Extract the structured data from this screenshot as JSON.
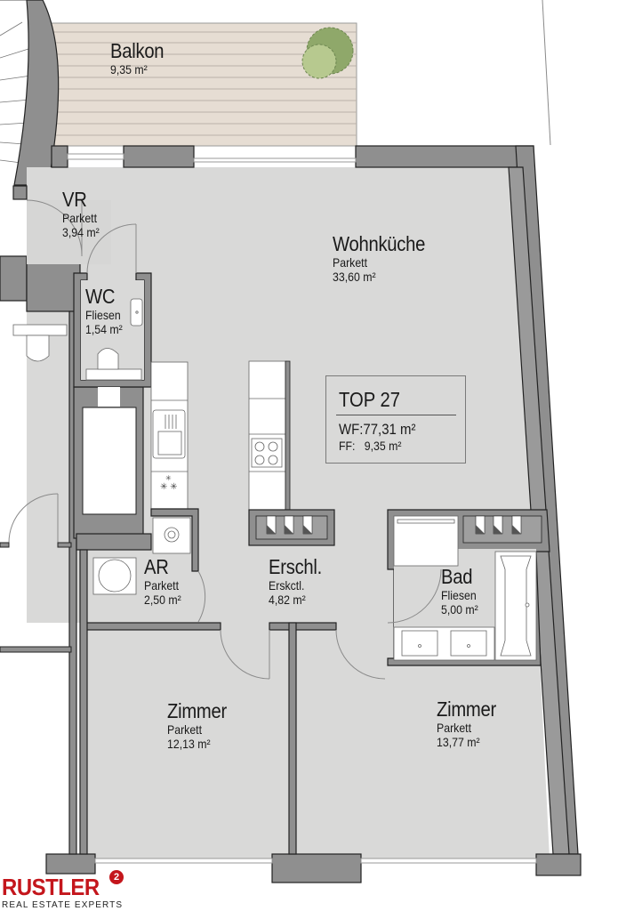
{
  "plan": {
    "unit": {
      "title": "TOP 27",
      "wf_label": "WF:",
      "wf_value": "77,31 m²",
      "ff_label": "FF:",
      "ff_value": "9,35 m²"
    },
    "rooms": [
      {
        "id": "balkon",
        "name": "Balkon",
        "floor": "",
        "area": "9,35 m²"
      },
      {
        "id": "vr",
        "name": "VR",
        "floor": "Parkett",
        "area": "3,94 m²"
      },
      {
        "id": "wc",
        "name": "WC",
        "floor": "Fliesen",
        "area": "1,54 m²"
      },
      {
        "id": "wohnkueche",
        "name": "Wohnküche",
        "floor": "Parkett",
        "area": "33,60 m²"
      },
      {
        "id": "ar",
        "name": "AR",
        "floor": "Parkett",
        "area": "2,50 m²"
      },
      {
        "id": "erschl",
        "name": "Erschl.",
        "floor": "Erskctl.",
        "area": "4,82 m²"
      },
      {
        "id": "bad",
        "name": "Bad",
        "floor": "Fliesen",
        "area": "5,00 m²"
      },
      {
        "id": "zimmer1",
        "name": "Zimmer",
        "floor": "Parkett",
        "area": "12,13 m²"
      },
      {
        "id": "zimmer2",
        "name": "Zimmer",
        "floor": "Parkett",
        "area": "13,77 m²"
      }
    ],
    "colors": {
      "floor": "#d9d9d8",
      "wall": "#8f8f8f",
      "wall_stroke": "#222222",
      "balcony": "#e6ddd3",
      "balcony_lines": "#b9b1a8",
      "tree_dark": "#8fa86a",
      "tree_light": "#b7c98f",
      "fixture": "#ffffff",
      "brand_red": "#c4161c"
    }
  },
  "logo": {
    "name": "RUSTLER",
    "superscript": "2",
    "tagline": "REAL ESTATE EXPERTS"
  }
}
